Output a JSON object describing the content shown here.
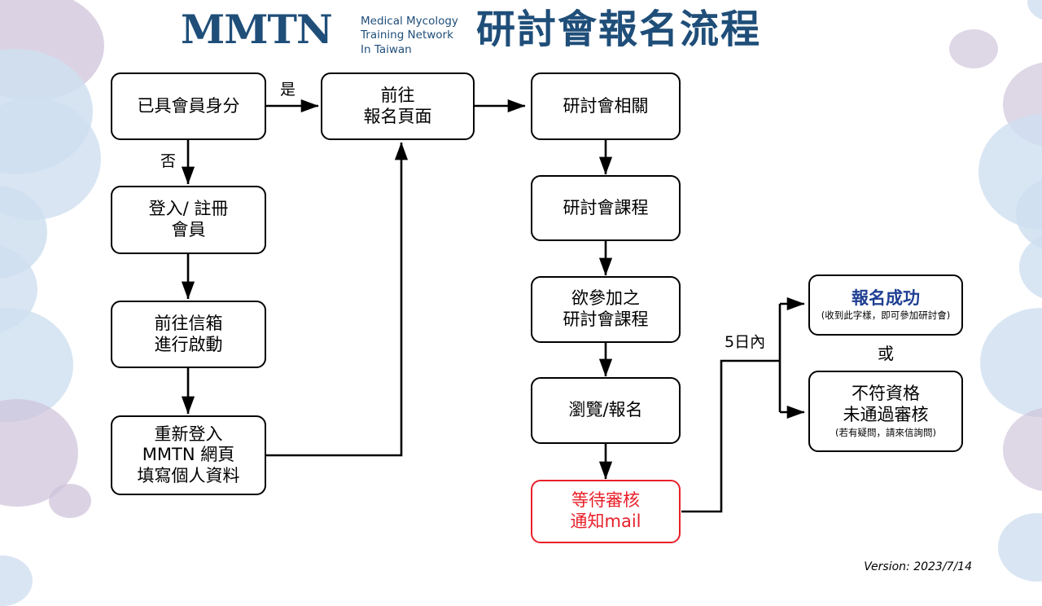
{
  "header": {
    "logo_mark": "MMTN",
    "logo_sub": "Medical Mycology Training Network In Taiwan",
    "title": "研討會報名流程",
    "brand_color": "#1f4e79"
  },
  "flow": {
    "nodes": [
      {
        "id": "member-check",
        "label": "已具會員身分"
      },
      {
        "id": "login-register",
        "line1": "登入/ 註冊",
        "line2": "會員"
      },
      {
        "id": "activate-mail",
        "line1": "前往信箱",
        "line2": "進行啟動"
      },
      {
        "id": "relogin",
        "line1": "重新登入",
        "line2": "MMTN 網頁",
        "line3": "填寫個人資料"
      },
      {
        "id": "goto-signup",
        "line1": "前往",
        "line2": "報名頁面"
      },
      {
        "id": "seminar-info",
        "label": "研討會相關"
      },
      {
        "id": "seminar-course",
        "label": "研討會課程"
      },
      {
        "id": "choose-course",
        "line1": "欲參加之",
        "line2": "研討會課程"
      },
      {
        "id": "browse-signup",
        "label": "瀏覽/報名"
      },
      {
        "id": "await-review",
        "line1": "等待審核",
        "line2": "通知mail",
        "color": "#e8202a"
      },
      {
        "id": "success",
        "label": "報名成功",
        "note": "(收到此字樣，即可參加研討會)",
        "color": "#1f3f93"
      },
      {
        "id": "rejected",
        "line1": "不符資格",
        "line2": "未通過審核",
        "note": "(若有疑問，請來信詢問)"
      }
    ],
    "edge_labels": {
      "yes": "是",
      "no": "否",
      "within_five_days": "5日內",
      "or": "或"
    }
  },
  "footer": {
    "version": "Version: 2023/7/14"
  },
  "decorations": {
    "purple": "#cdc2d9",
    "blue": "#cfdff0"
  }
}
